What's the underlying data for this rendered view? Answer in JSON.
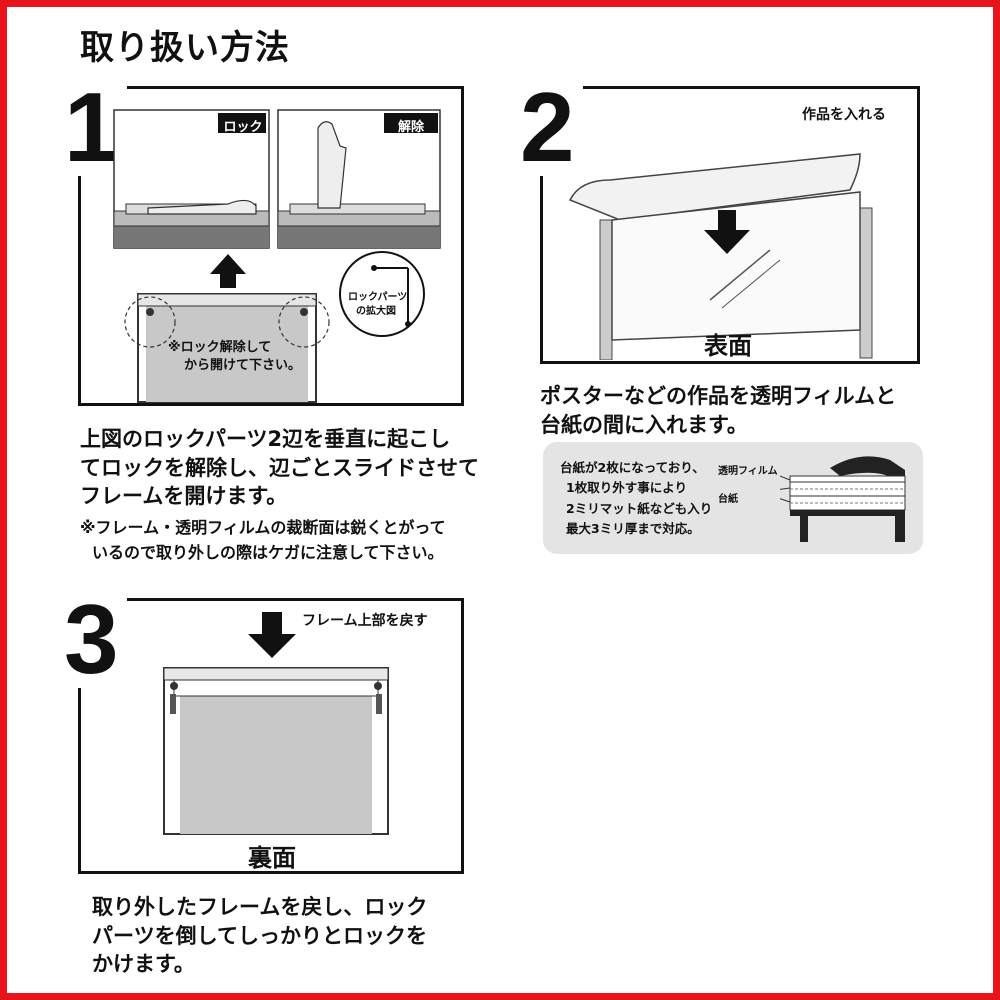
{
  "page": {
    "title": "取り扱い方法",
    "accent_color": "#e8141c",
    "icons": [
      "up-arrow-icon",
      "down-arrow-icon",
      "magnify-circle-icon"
    ]
  },
  "step1": {
    "number": "1",
    "lock_label": "ロック",
    "release_label": "解除",
    "zoom_label_line1": "ロックパーツ",
    "zoom_label_line2": "の拡大図",
    "frame_note_line1": "※ロック解除して",
    "frame_note_line2": "から開けて下さい。",
    "text_line1": "上図のロックパーツ2辺を垂直に起こし",
    "text_line2": "てロックを解除し、辺ごとスライドさせて",
    "text_line3": "フレームを開けます。",
    "warning_line1": "※フレーム・透明フィルムの裁断面は鋭くとがって",
    "warning_line2": "いるので取り外しの際はケガに注意して下さい。"
  },
  "step2": {
    "number": "2",
    "insert_label": "作品を入れる",
    "face_label": "表面",
    "text_line1": "ポスターなどの作品を透明フィルムと",
    "text_line2": "台紙の間に入れます。",
    "info_line1": "台紙が2枚になっており、",
    "info_line2": "1枚取り外す事により",
    "info_line3": "2ミリマット紙なども入り",
    "info_line4": "最大3ミリ厚まで対応。",
    "film_label": "透明フィルム",
    "board_label": "台紙"
  },
  "step3": {
    "number": "3",
    "return_label": "フレーム上部を戻す",
    "back_label": "裏面",
    "text_line1": "取り外したフレームを戻し、ロック",
    "text_line2": "パーツを倒してしっかりとロックを",
    "text_line3": "かけます。"
  }
}
